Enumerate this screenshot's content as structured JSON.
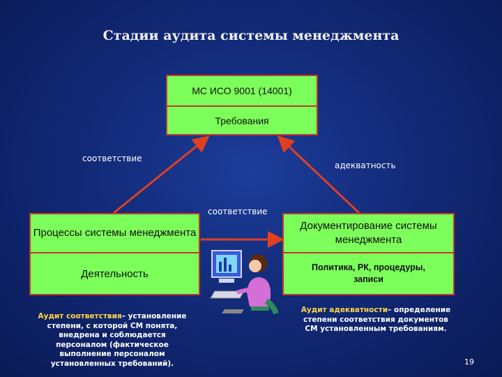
{
  "title": "Стадии аудита системы менеджмента",
  "top_box": {
    "line1": "МС ИСО 9001 (14001)",
    "line2": "Требования"
  },
  "left_box": {
    "line1": "Процессы системы менеджмента",
    "line2": "Деятельность"
  },
  "right_box": {
    "line1": "Документирование системы менеджмента",
    "line2": "Политика, РК, процедуры, записи"
  },
  "labels": {
    "left_edge": "соответствие",
    "right_edge": "адекватность",
    "bottom_edge": "соответствие"
  },
  "notes": {
    "left_highlight": "Аудит соответствия",
    "left_text": "– установление степени, с которой СМ понята, внедрена и соблюдается персоналом (фактическое выполнение персоналом установленных требований).",
    "right_highlight": "Аудит адекватности",
    "right_text": "– определение степени соответствия документов СМ установленным требованиям."
  },
  "page_number": "19",
  "colors": {
    "box_fill": "#7cff5a",
    "box_border": "#c0392b",
    "arrow": "#e0401f",
    "highlight": "#ffd84a"
  }
}
